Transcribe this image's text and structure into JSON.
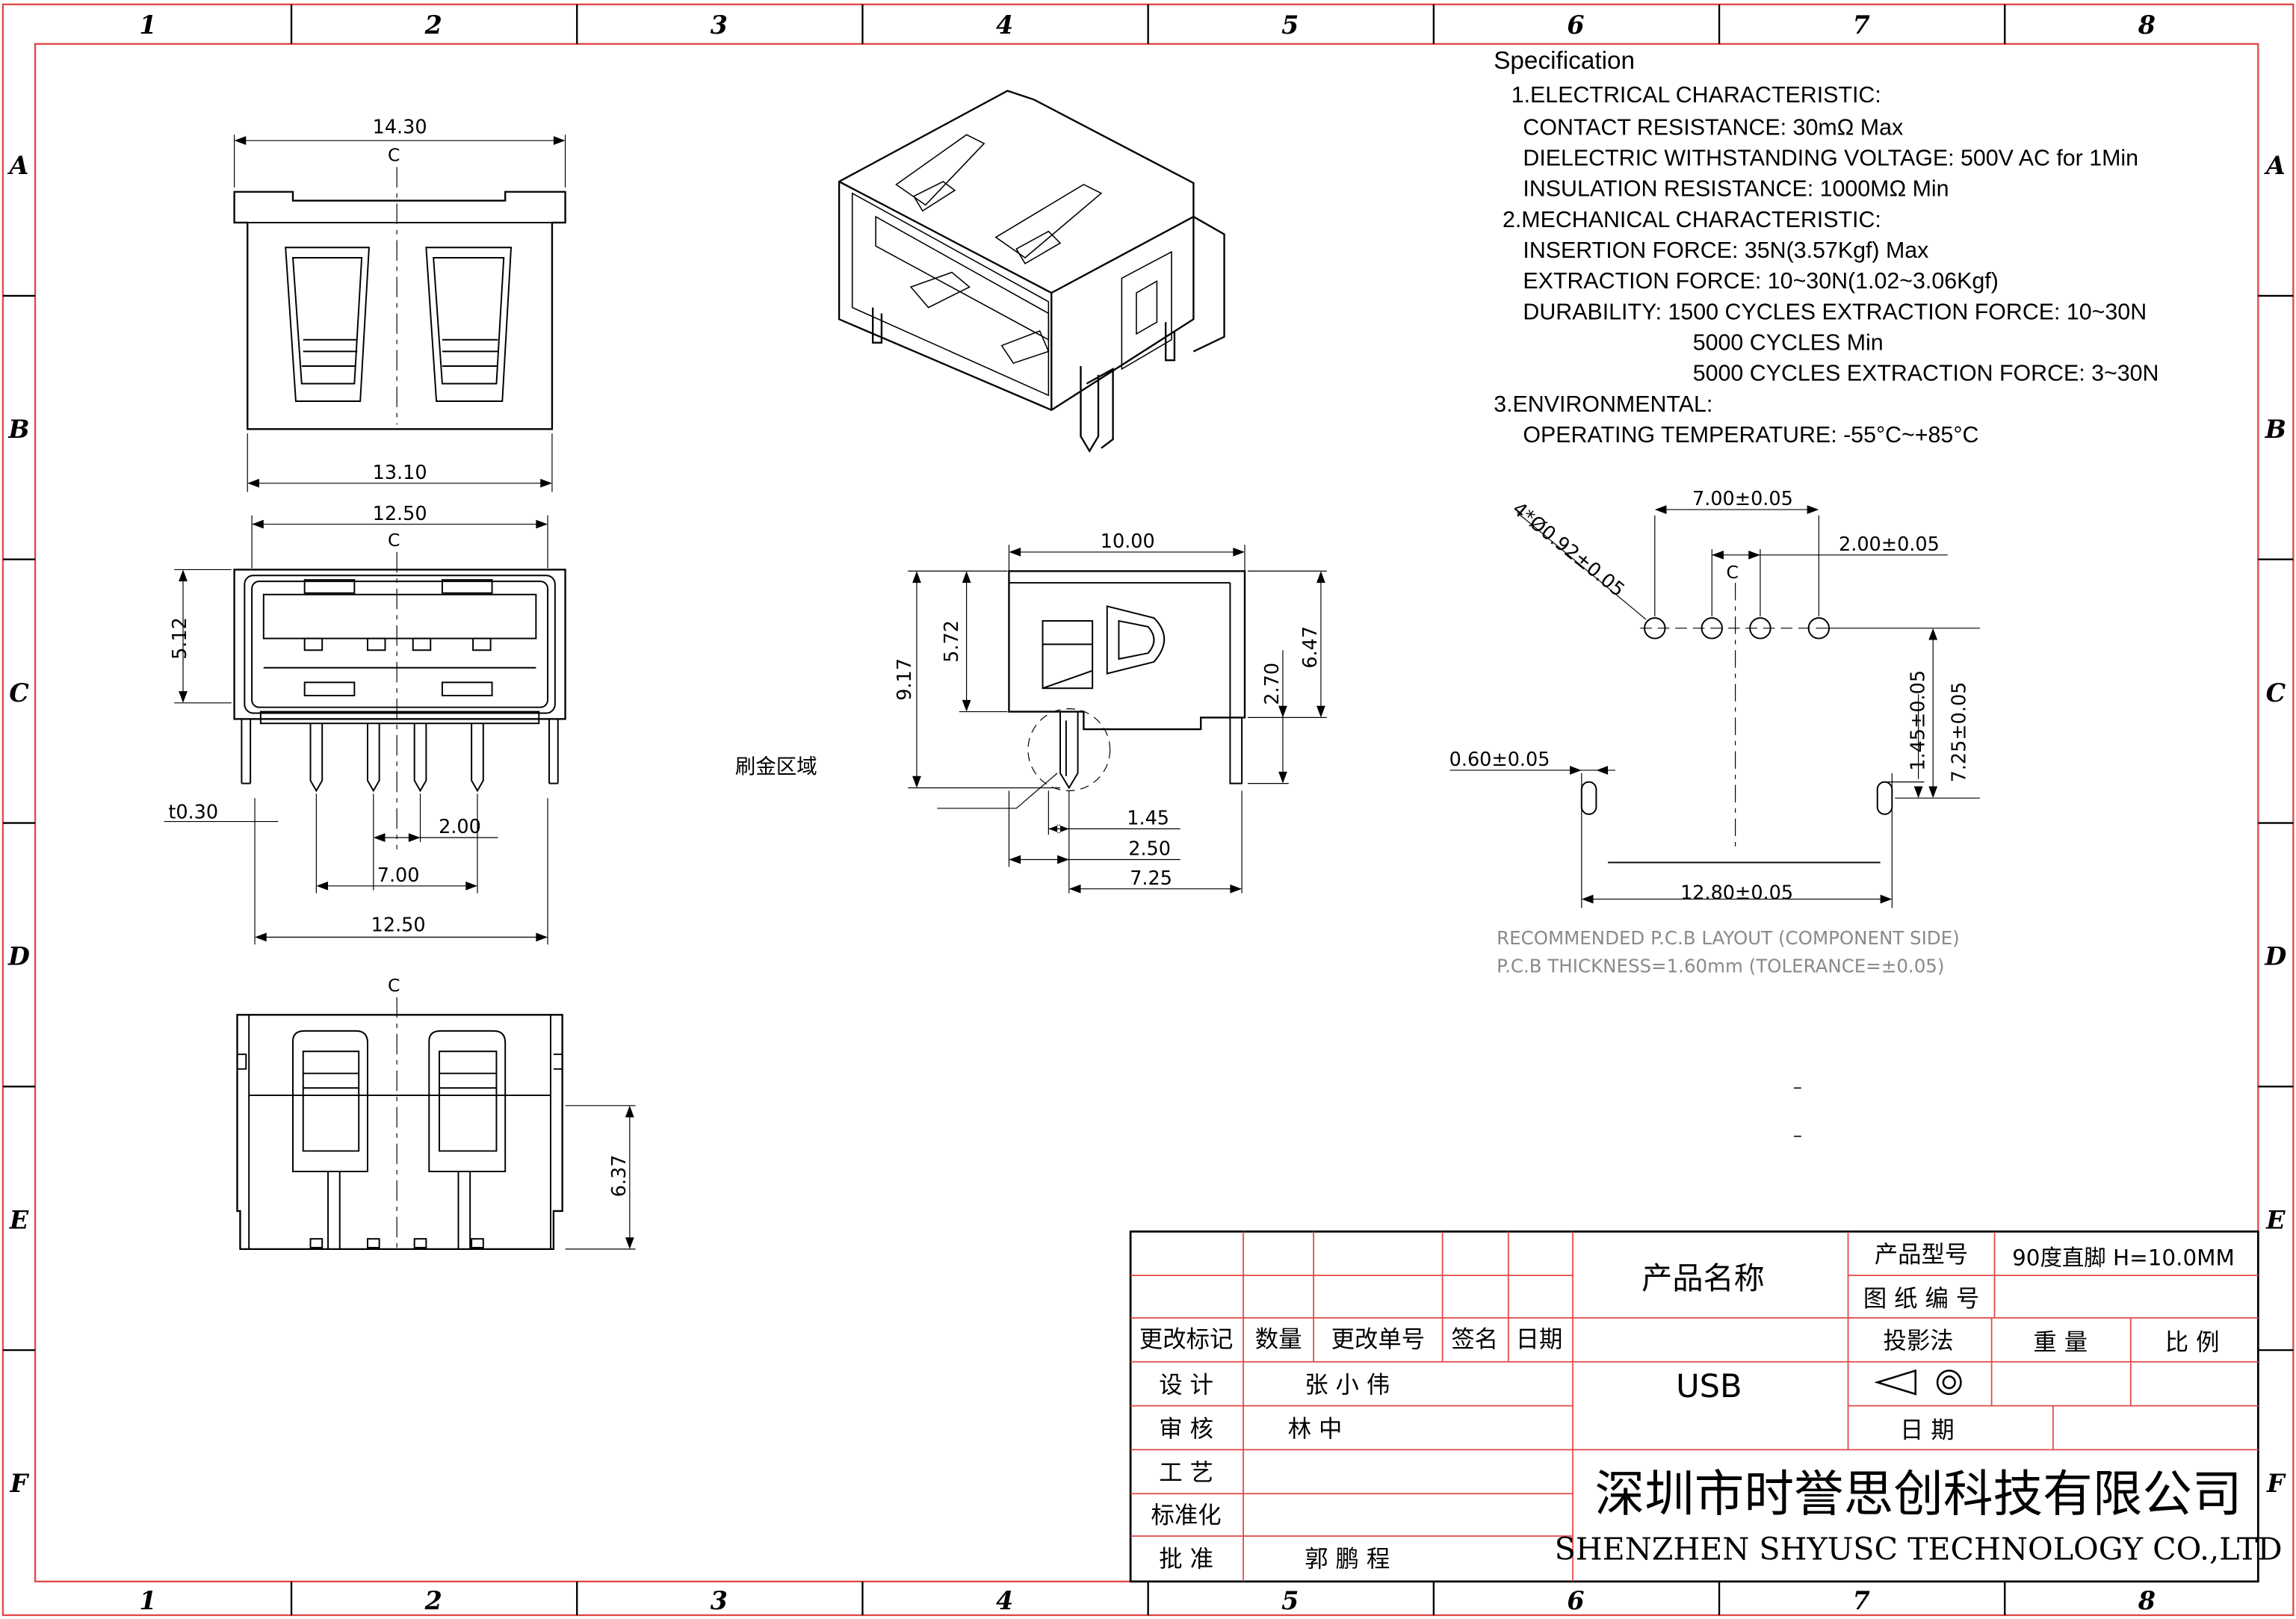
{
  "border": {
    "columns": [
      "1",
      "2",
      "3",
      "4",
      "5",
      "6",
      "7",
      "8"
    ],
    "rows": [
      "A",
      "B",
      "C",
      "D",
      "E",
      "F"
    ]
  },
  "views": {
    "top": {
      "width_top": "14.30",
      "width_bottom": "13.10",
      "centerline": "C"
    },
    "front": {
      "width_top": "12.50",
      "height": "5.12",
      "thickness": "t0.30",
      "pitch": "2.00",
      "span": "7.00",
      "width_bottom": "12.50",
      "centerline": "C"
    },
    "bottom": {
      "height": "6.37",
      "centerline": "C"
    },
    "side": {
      "depth": "10.00",
      "h_total": "9.17",
      "h_upper": "5.72",
      "h_body": "6.47",
      "h_pin": "2.70",
      "d1": "1.45",
      "d2": "2.50",
      "d3": "7.25",
      "gold_area_label": "刷金区域"
    }
  },
  "specification": {
    "heading": "Specification",
    "lines": [
      "1.ELECTRICAL  CHARACTERISTIC:",
      "CONTACT  RESISTANCE: 30mΩ  Max",
      "DIELECTRIC  WITHSTANDING VOLTAGE: 500V  AC  for 1Min",
      "INSULATION  RESISTANCE: 1000MΩ  Min",
      "2.MECHANICAL  CHARACTERISTIC:",
      "INSERTION  FORCE: 35N(3.57Kgf) Max",
      "EXTRACTION  FORCE: 10~30N(1.02~3.06Kgf)",
      "DURABILITY: 1500 CYCLES  EXTRACTION  FORCE: 10~30N",
      "5000 CYCLES  Min",
      "5000 CYCLES  EXTRACTION  FORCE: 3~30N",
      "3.ENVIRONMENTAL:",
      "OPERATING  TEMPERATURE: -55°C~+85°C"
    ]
  },
  "pcb_layout": {
    "hole_spec": "4*Ø0.92±0.05",
    "dim_7": "7.00±0.05",
    "dim_2": "2.00±0.05",
    "dim_145": "1.45±0.05",
    "dim_725": "7.25±0.05",
    "dim_060": "0.60±0.05",
    "dim_1280": "12.80±0.05",
    "centerline": "C",
    "caption1": "RECOMMENDED  P.C.B  LAYOUT  (COMPONENT  SIDE)",
    "caption2": "P.C.B  THICKNESS=1.60mm  (TOLERANCE=±0.05)"
  },
  "title_block": {
    "rev_headers": [
      "更改标记",
      "数量",
      "更改单号",
      "签名",
      "日期"
    ],
    "design_label": "设  计",
    "designer": "张  小  伟",
    "review_label": "审  核",
    "reviewer": "林  中",
    "craft_label": "工  艺",
    "standard_label": "标准化",
    "approve_label": "批  准",
    "approver": "郭  鹏  程",
    "product_name_label": "产品名称",
    "product_name": "USB",
    "model_label": "产品型号",
    "model_value": "90度直脚 H=10.0MM",
    "drawing_no_label": "图 纸 编 号",
    "projection_label": "投影法",
    "weight_label": "重  量",
    "scale_label": "比  例",
    "date_label": "日    期",
    "company_cn": "深圳市时誉思创科技有限公司",
    "company_en": "SHENZHEN  SHYUSC  TECHNOLOGY  CO.,LTD"
  }
}
